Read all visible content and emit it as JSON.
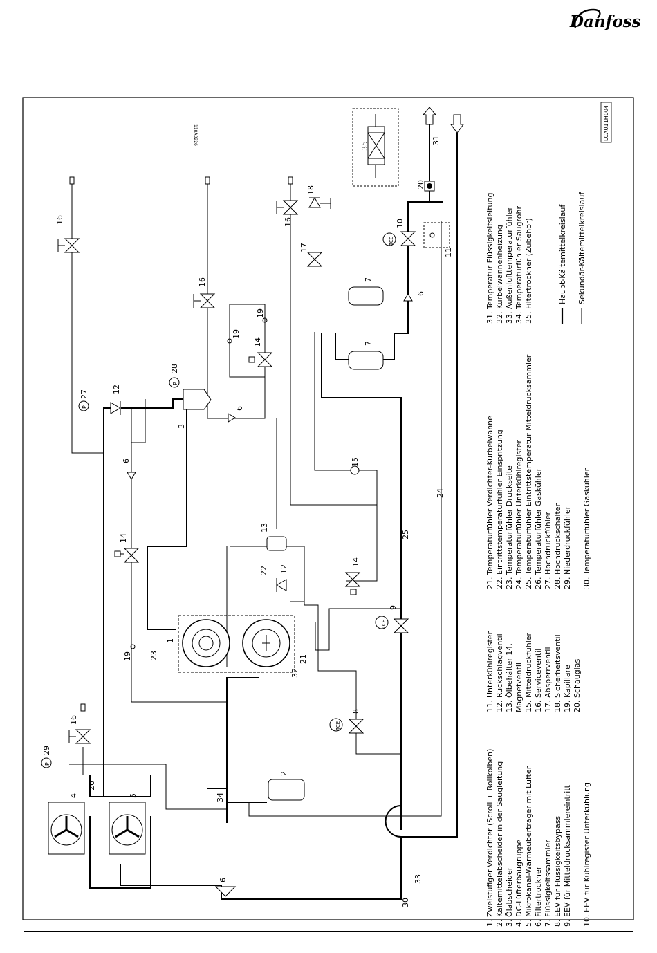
{
  "header": {
    "brand": "Danfoss"
  },
  "drawing": {
    "code": "LCA011H004",
    "small_code": "118A3226",
    "component_numbers": {
      "n1": "1",
      "n2": "2",
      "n3": "3",
      "n4": "4",
      "n5": "5",
      "n6a": "6",
      "n6b": "6",
      "n6c": "6",
      "n6d": "6",
      "n7a": "7",
      "n7b": "7",
      "n8": "8",
      "n9": "9",
      "n10": "10",
      "n11": "11",
      "n12a": "12",
      "n12b": "12",
      "n13": "13",
      "n14a": "14",
      "n14b": "14",
      "n14c": "14",
      "n15": "15",
      "n16a": "16",
      "n16b": "16",
      "n16c": "16",
      "n16d": "16",
      "n17": "17",
      "n18": "18",
      "n19a": "19",
      "n19b": "19",
      "n19c": "19",
      "n20": "20",
      "n21": "21",
      "n22": "22",
      "n23": "23",
      "n24": "24",
      "n25": "25",
      "n26": "26",
      "n27": "27",
      "n28": "28",
      "n29": "29",
      "n30": "30",
      "n31": "31",
      "n32": "32",
      "n33": "33",
      "n34": "34",
      "n35": "35"
    },
    "sensor_tags": {
      "tce": "TCE",
      "p": "P"
    }
  },
  "legend": {
    "col1": [
      "1. Zweistufiger Verdichter (Scroll + Rollkolben)",
      "2. Kältemittelabscheider in der Saugleitung",
      "3. Ölabscheider",
      "4. DC-Lüfterbaugruppe",
      "5. Mikrokanal-Wärmeübertrager mit Lüfter",
      "6. Filtertrockner",
      "7. Flüssigkeitssammler",
      "8. EEV für Flüssigkeitsbypass",
      "9. EEV für Mitteldrucksammlereintritt",
      "10. EEV für Kühlregister Unterkühlung"
    ],
    "col2": [
      "11. Unterkühlregister",
      "12. Rückschlagventil",
      "13. Ölbehälter 14.",
      "Magnetventil",
      "15. Mitteldruckfühler",
      "16. Serviceventil",
      "17. Absperrventil",
      "18. Sicherheitsventil",
      "19. Kapillare",
      "20. Schauglas"
    ],
    "col3": [
      "21. Temperaturfühler Verdichter-Kurbelwanne",
      "22. Eintrittstemperaturfühler Einspritzung",
      "23. Temperaturfühler Druckseite",
      "24. Temperaturfühler Unterkühlregister",
      "25. Temperaturfühler Eintrittstemperatur Mitteldrucksammler",
      "26. Temperaturfühler Gaskühler",
      "27. Hochdruckfühler",
      "28. Hochdruckschalter",
      "29. Niederdruckfühler",
      "30. Temperaturfühler Gaskühler"
    ],
    "col4": [
      "31. Temperatur Flüssigkeitsleitung",
      "32. Kurbelwannenheizung",
      "33. Außenlufttemperaturfühler",
      "34. Temperaturfühler Saugrohr",
      "35. Filtertrockner (Zubehör)"
    ],
    "line_types": [
      "Haupt-Kältemittelkreislauf",
      "Sekundär-Kältemittelkreislauf"
    ]
  }
}
